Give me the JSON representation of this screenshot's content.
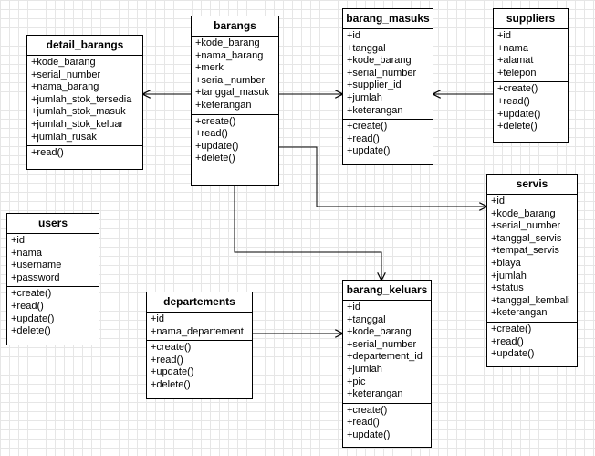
{
  "classes": {
    "barangs": {
      "name": "barangs",
      "attributes": [
        "+kode_barang",
        "+nama_barang",
        "+merk",
        "+serial_number",
        "+tanggal_masuk",
        "+keterangan"
      ],
      "methods": [
        "+create()",
        "+read()",
        "+update()",
        "+delete()"
      ]
    },
    "detail_barangs": {
      "name": "detail_barangs",
      "attributes": [
        "+kode_barang",
        "+serial_number",
        "+nama_barang",
        "+jumlah_stok_tersedia",
        "+jumlah_stok_masuk",
        "+jumlah_stok_keluar",
        "+jumlah_rusak"
      ],
      "methods": [
        "+read()"
      ]
    },
    "barang_masuks": {
      "name": "barang_masuks",
      "attributes": [
        "+id",
        "+tanggal",
        "+kode_barang",
        "+serial_number",
        "+supplier_id",
        "+jumlah",
        "+keterangan"
      ],
      "methods": [
        "+create()",
        "+read()",
        "+update()"
      ]
    },
    "suppliers": {
      "name": "suppliers",
      "attributes": [
        "+id",
        "+nama",
        "+alamat",
        "+telepon"
      ],
      "methods": [
        "+create()",
        "+read()",
        "+update()",
        "+delete()"
      ]
    },
    "servis": {
      "name": "servis",
      "attributes": [
        "+id",
        "+kode_barang",
        "+serial_number",
        "+tanggal_servis",
        "+tempat_servis",
        "+biaya",
        "+jumlah",
        "+status",
        "+tanggal_kembali",
        "+keterangan"
      ],
      "methods": [
        "+create()",
        "+read()",
        "+update()"
      ]
    },
    "users": {
      "name": "users",
      "attributes": [
        "+id",
        "+nama",
        "+username",
        "+password"
      ],
      "methods": [
        "+create()",
        "+read()",
        "+update()",
        "+delete()"
      ]
    },
    "departements": {
      "name": "departements",
      "attributes": [
        "+id",
        "+nama_departement"
      ],
      "methods": [
        "+create()",
        "+read()",
        "+update()",
        "+delete()"
      ]
    },
    "barang_keluars": {
      "name": "barang_keluars",
      "attributes": [
        "+id",
        "+tanggal",
        "+kode_barang",
        "+serial_number",
        "+departement_id",
        "+jumlah",
        "+pic",
        "+keterangan"
      ],
      "methods": [
        "+create()",
        "+read()",
        "+update()"
      ]
    }
  },
  "relations": [
    {
      "from": "barangs",
      "to": "detail_barangs"
    },
    {
      "from": "suppliers",
      "to": "barang_masuks"
    },
    {
      "from": "barangs",
      "to": "barang_masuks"
    },
    {
      "from": "barangs",
      "to": "servis"
    },
    {
      "from": "barangs",
      "to": "barang_keluars"
    },
    {
      "from": "departements",
      "to": "barang_keluars"
    }
  ]
}
